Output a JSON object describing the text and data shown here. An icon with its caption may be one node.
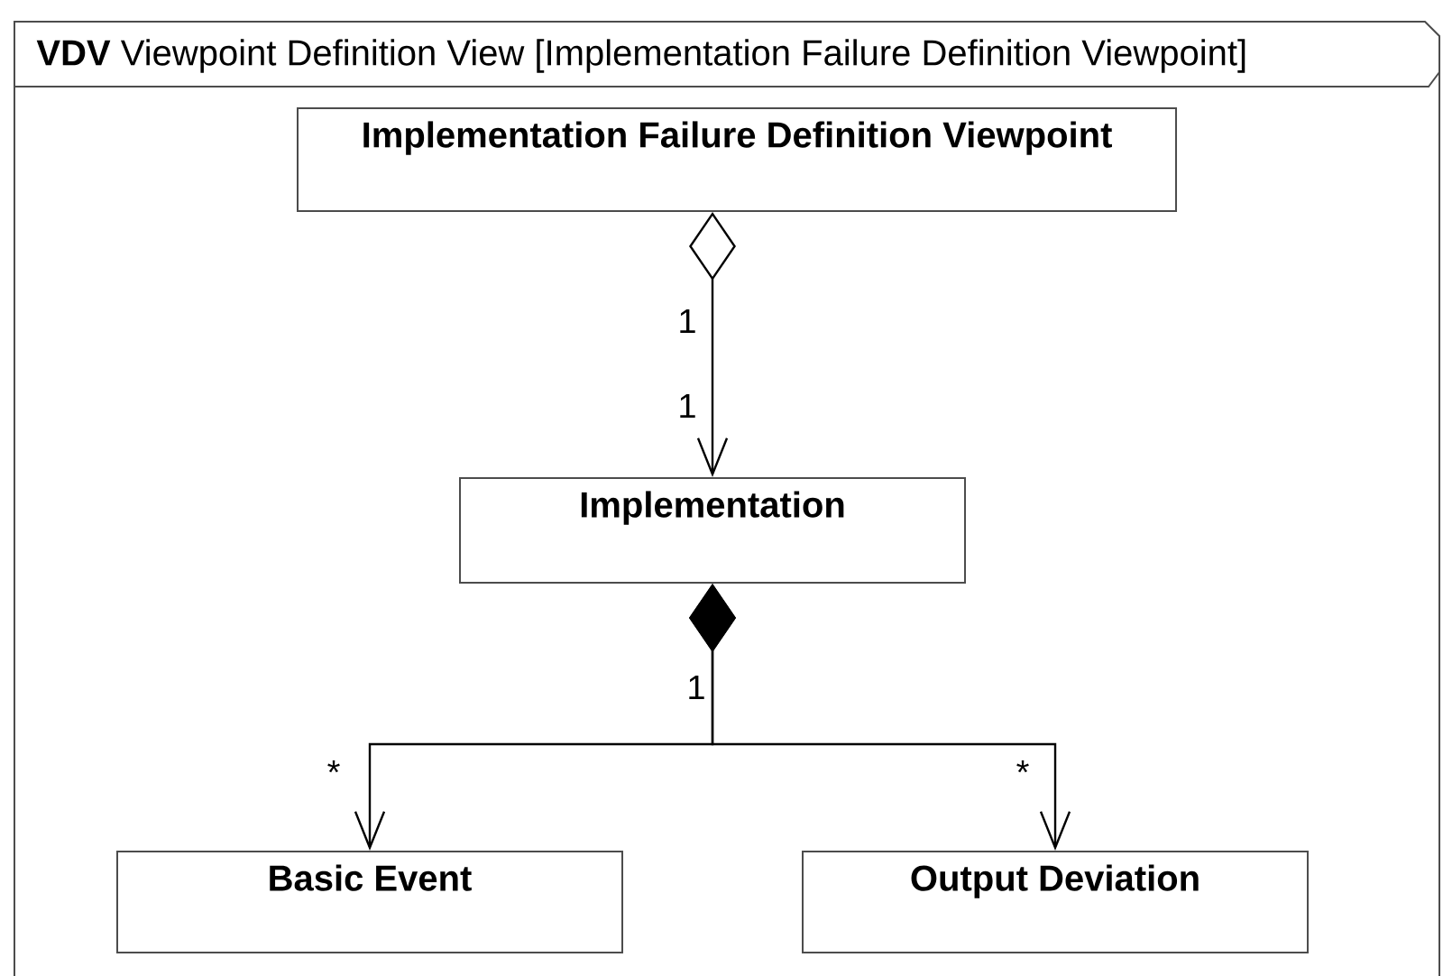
{
  "diagram": {
    "title": "**VDV** Viewpoint Definition View [Implementation Failure Definition Viewpoint]",
    "nodes": [
      {
        "text": [
          "Implementation Failure Definition Viewpoint"
        ]
      },
      {
        "text": [
          "Implementation"
        ]
      },
      {
        "text": [
          "Basic Event"
        ]
      },
      {
        "text": [
          "Output Deviation"
        ]
      }
    ],
    "edges": [
      {
        "from": 0,
        "to": 1,
        "arrow": "to"
      },
      {
        "from": 1,
        "to": 2,
        "arrow": "to"
      },
      {
        "from": 1,
        "to": 3,
        "arrow": "to"
      }
    ],
    "labels": [
      "1",
      "1",
      "1",
      "*",
      "*"
    ]
  }
}
